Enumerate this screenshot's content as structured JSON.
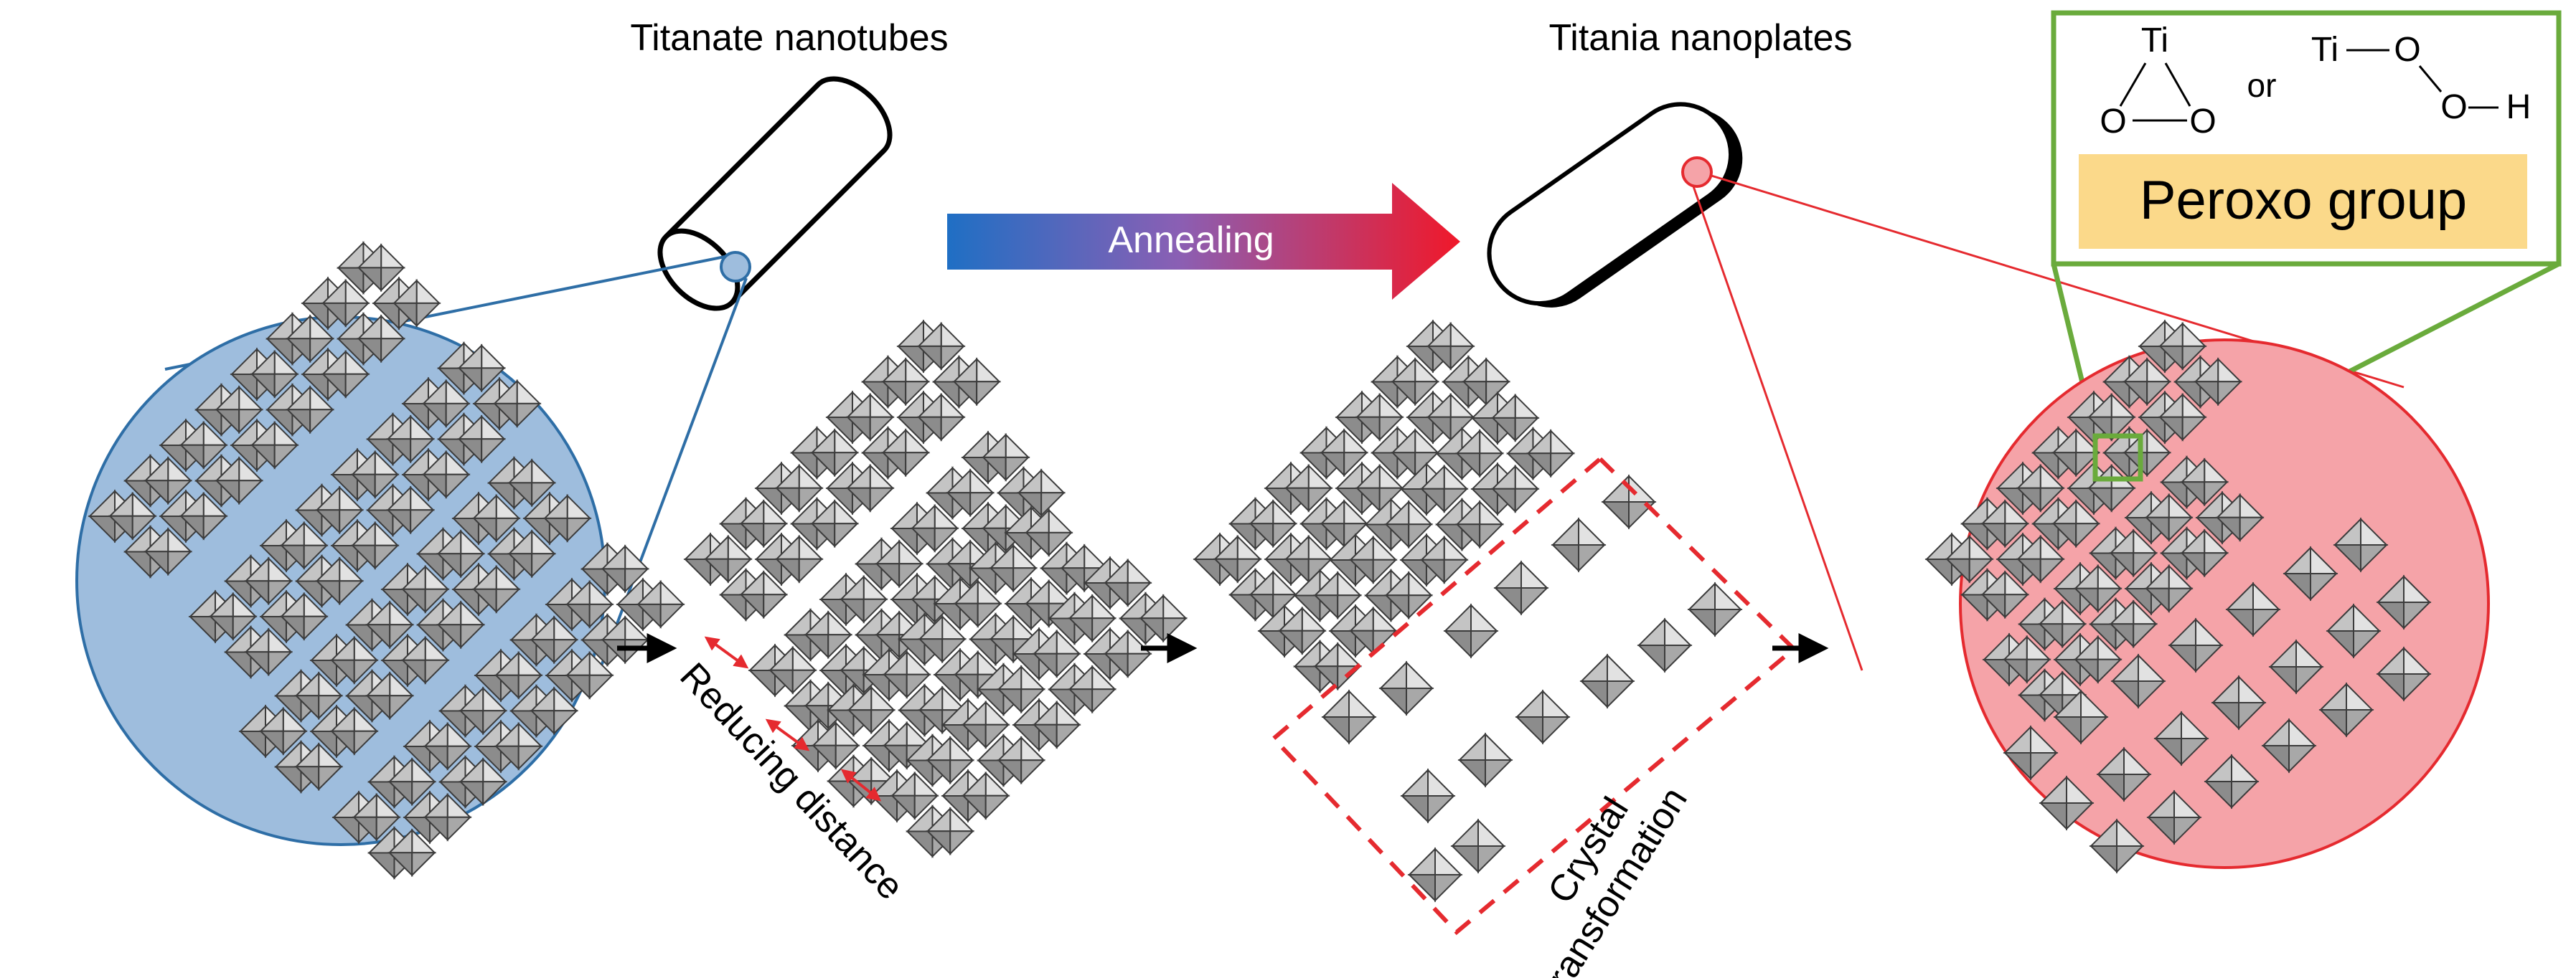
{
  "labels": {
    "titanate": "Titanate nanotubes",
    "titania": "Titania nanoplates",
    "annealing": "Annealing",
    "reducing": "Reducing distance",
    "crystal_1": "Crystal",
    "crystal_2": "transformation"
  },
  "inset": {
    "ti_ring": "Ti",
    "o_left": "O",
    "o_right": "O",
    "or": "or",
    "ti_chain": "Ti",
    "o_chain_1": "O",
    "o_chain_2": "O",
    "h_chain": "H",
    "title": "Peroxo group"
  },
  "colors": {
    "blue_region": "#9ebddd",
    "blue_line": "#2e6ea6",
    "red_region": "#f5a3a8",
    "red_line": "#e52a2f",
    "inset_border": "#6aab3c",
    "peroxo_bg": "#fbd98a",
    "arrow_start": "#1f6fc4",
    "arrow_end": "#f0182a"
  }
}
